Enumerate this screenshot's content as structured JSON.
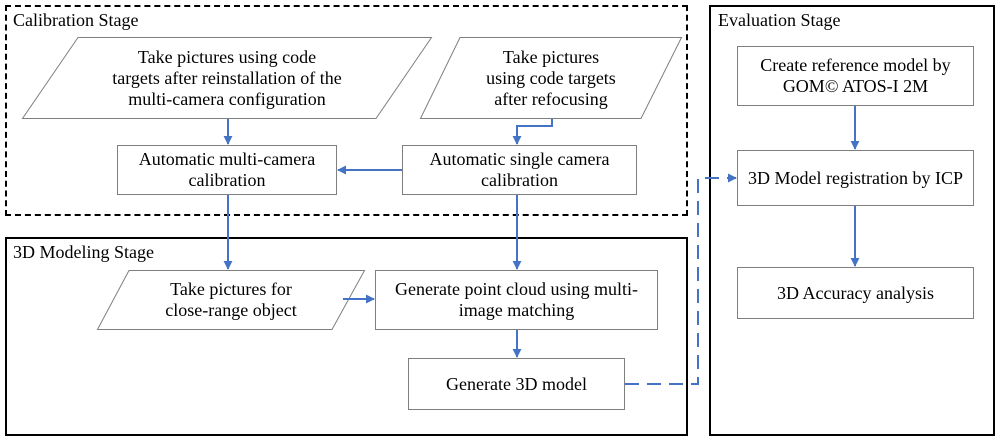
{
  "stages": {
    "calibration": "Calibration Stage",
    "modeling": "3D Modeling Stage",
    "evaluation": "Evaluation Stage"
  },
  "nodes": {
    "take_pictures_reinstall": [
      "Take pictures using  code",
      "targets after reinstallation of the",
      "multi-camera configuration"
    ],
    "take_pictures_refocus": [
      "Take pictures",
      "using  code targets",
      "after refocusing"
    ],
    "multi_camera_calibration": [
      "Automatic multi-camera",
      "calibration"
    ],
    "single_camera_calibration": [
      "Automatic single camera",
      "calibration"
    ],
    "take_pictures_object": [
      "Take pictures for",
      "close-range object"
    ],
    "generate_point_cloud": [
      "Generate point cloud using multi-",
      "image matching"
    ],
    "generate_3d_model": [
      "Generate 3D model"
    ],
    "create_reference_model": [
      "Create reference model by",
      "GOM© ATOS-I 2M"
    ],
    "model_registration": [
      "3D Model registration by ICP"
    ],
    "accuracy_analysis": [
      "3D Accuracy analysis"
    ]
  },
  "colors": {
    "arrow": "#4472c4",
    "box_border": "#7f7f7f",
    "stage_border": "#000000"
  }
}
